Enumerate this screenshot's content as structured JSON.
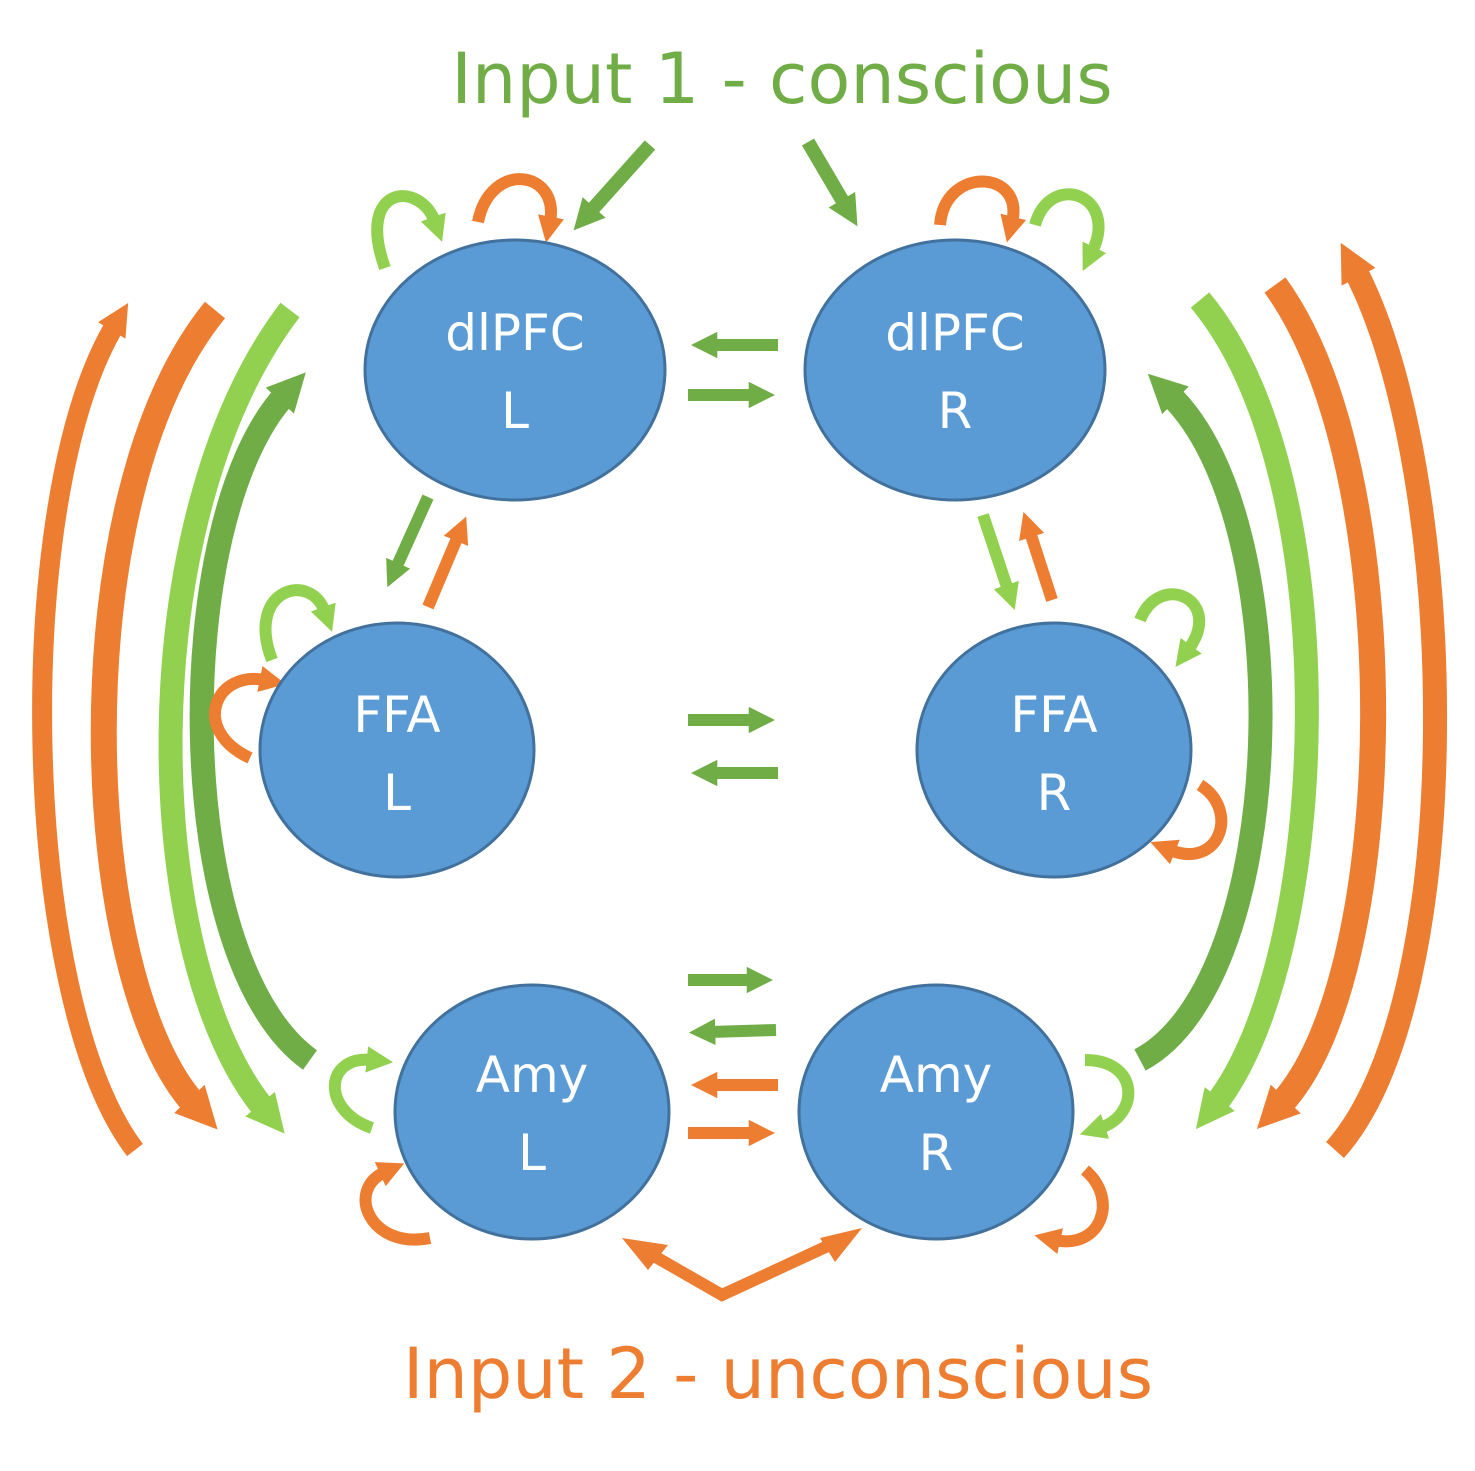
{
  "inputs": {
    "conscious": {
      "label": "Input 1 - conscious",
      "color": "#70ad47"
    },
    "unconscious": {
      "label": "Input 2 - unconscious",
      "color": "#ed7d31"
    }
  },
  "nodes": {
    "dlpfc_l": {
      "line1": "dlPFC",
      "line2": "L"
    },
    "dlpfc_r": {
      "line1": "dlPFC",
      "line2": "R"
    },
    "ffa_l": {
      "line1": "FFA",
      "line2": "L"
    },
    "ffa_r": {
      "line1": "FFA",
      "line2": "R"
    },
    "amy_l": {
      "line1": "Amy",
      "line2": "L"
    },
    "amy_r": {
      "line1": "Amy",
      "line2": "R"
    }
  },
  "colors": {
    "node_fill": "#5b9bd5",
    "node_stroke": "#41719c",
    "green_dark": "#70ad47",
    "green_light": "#92d050",
    "orange": "#ed7d31"
  }
}
